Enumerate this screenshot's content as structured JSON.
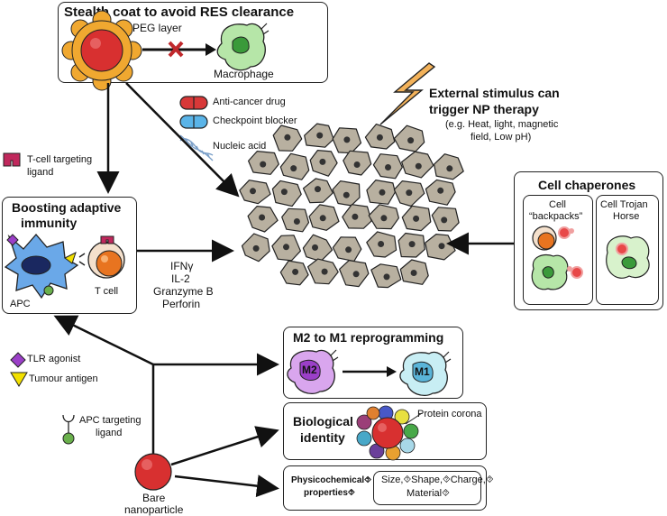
{
  "stealth": {
    "title": "Stealth coat to avoid RES clearance",
    "peg_label": "PEG layer",
    "macrophage_label": "Macrophage"
  },
  "legend": {
    "drug": "Anti-cancer drug",
    "checkpoint": "Checkpoint blocker",
    "nucleic": "Nucleic acid",
    "colors": {
      "drug": "#d83838",
      "checkpoint": "#5ab4e8",
      "nucleic": "#7a9fc8"
    }
  },
  "external": {
    "title_line1": "External stimulus can",
    "title_line2": "trigger NP  therapy",
    "sub_line1": "(e.g. Heat, light, magnetic",
    "sub_line2": "field, Low pH)"
  },
  "tcell_ligand": {
    "line1": "T-cell targeting",
    "line2": "ligand"
  },
  "boosting": {
    "title_line1": "Boosting adaptive",
    "title_line2": "immunity",
    "apc_label": "APC",
    "tcell_label": "T cell"
  },
  "cytokines": [
    "IFNγ",
    "IL-2",
    "Granzyme B",
    "Perforin"
  ],
  "chaperones": {
    "title": "Cell chaperones",
    "backpack_line1": "Cell",
    "backpack_line2": "“backpacks”",
    "trojan_line1": "Cell Trojan",
    "trojan_line2": "Horse"
  },
  "tlr": {
    "label": "TLR agonist",
    "color": "#9b3fc8"
  },
  "tumour_antigen": {
    "label": "Tumour antigen",
    "color": "#f2e000"
  },
  "apc_ligand": {
    "line1": "APC targeting",
    "line2": "ligand"
  },
  "m2m1": {
    "title": "M2 to M1 reprogramming",
    "m2": "M2",
    "m1": "M1"
  },
  "bio": {
    "line1": "Biological",
    "line2": "identity",
    "corona": "Protein corona"
  },
  "physico": {
    "line1": "Physicochemical⯑",
    "line2": "properties⯑",
    "detail_line1": "Size,⯑Shape,⯑Charge,⯑",
    "detail_line2": "Material⯑"
  },
  "bare": {
    "line1": "Bare",
    "line2": "nanoparticle"
  },
  "colors": {
    "np": "#d83030",
    "coat": "#f0a830",
    "macrophage": "#b6e6a8",
    "tumour": "#b8b0a0",
    "m2": "#c070d8",
    "m1": "#a8e4ee",
    "bolt": "#f3b25a"
  }
}
